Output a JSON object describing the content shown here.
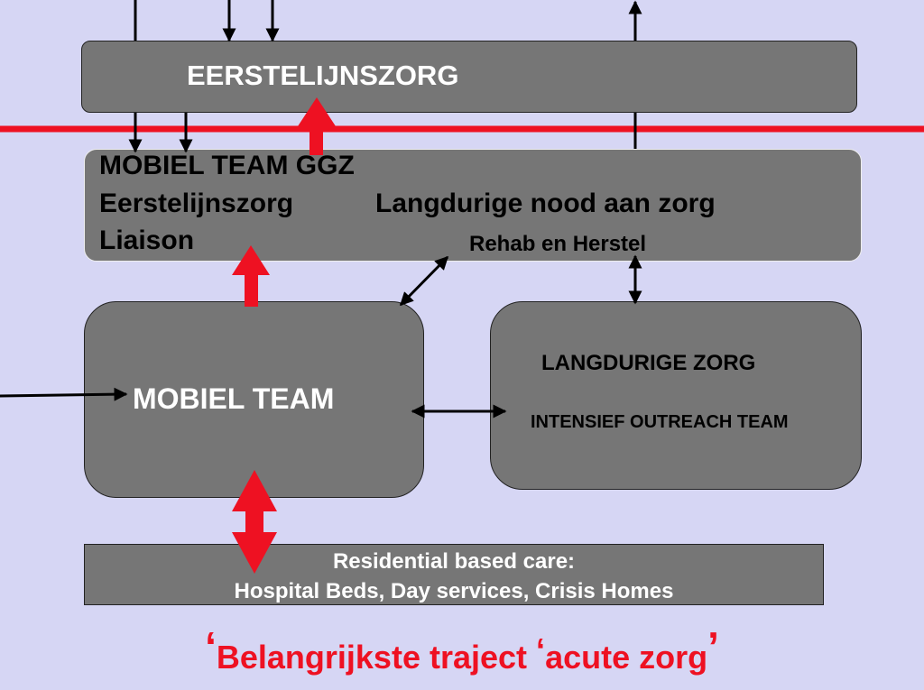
{
  "diagram": {
    "eerstelijnszorg_box": {
      "title": "EERSTELIJNSZORG"
    },
    "mobiel_team_ggz_box": {
      "line1": "MOBIEL TEAM GGZ",
      "line2a": "Eerstelijnszorg",
      "line2b": "Langdurige nood aan zorg",
      "line3a": "Liaison",
      "line3b": "Rehab en Herstel"
    },
    "mobiel_team_box": {
      "title": "MOBIEL TEAM"
    },
    "langdurige_zorg_box": {
      "title": "LANGDURIGE ZORG",
      "subtitle": "INTENSIEF OUTREACH TEAM"
    },
    "residential_box": {
      "line1": "Residential based care:",
      "line2": "Hospital Beds, Day services, Crisis Homes"
    },
    "footer": {
      "quote_open": "‘",
      "text1": "Belangrijkste traject",
      "quote_mid": "‘",
      "text2": "acute zorg",
      "quote_close": "’"
    },
    "colors": {
      "background": "#d6d6f4",
      "box": "#767676",
      "accent_red": "#ee1122",
      "white_text": "#ffffff",
      "black_text": "#000000"
    }
  }
}
